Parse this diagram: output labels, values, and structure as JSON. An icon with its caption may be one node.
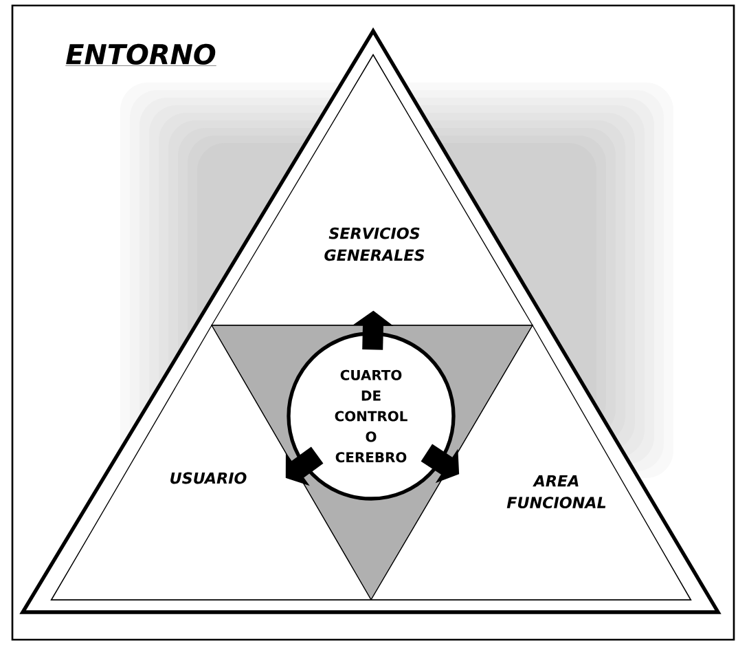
{
  "diagram": {
    "nodes": [
      {
        "text": [
          "ENTORNO"
        ]
      },
      {
        "text": [],
        "shape": "triangle",
        "in": 0
      },
      {
        "text": [
          "SERVICIOS GENERALES"
        ],
        "in": 1
      },
      {
        "text": [],
        "shape": "triangle",
        "in": 1
      },
      {
        "text": [
          "CUARTO DE CONTROL O CEREBRO"
        ],
        "in": 3
      },
      {
        "text": [
          "USUARIO"
        ],
        "in": 1
      },
      {
        "text": [
          "AREA FUNCIONAL"
        ],
        "in": 1
      }
    ],
    "edges": [
      {
        "from": 4,
        "to": 2,
        "arrow": "to"
      },
      {
        "from": 4,
        "to": 5,
        "arrow": "to"
      },
      {
        "from": 4,
        "to": 6,
        "arrow": "to"
      }
    ]
  }
}
